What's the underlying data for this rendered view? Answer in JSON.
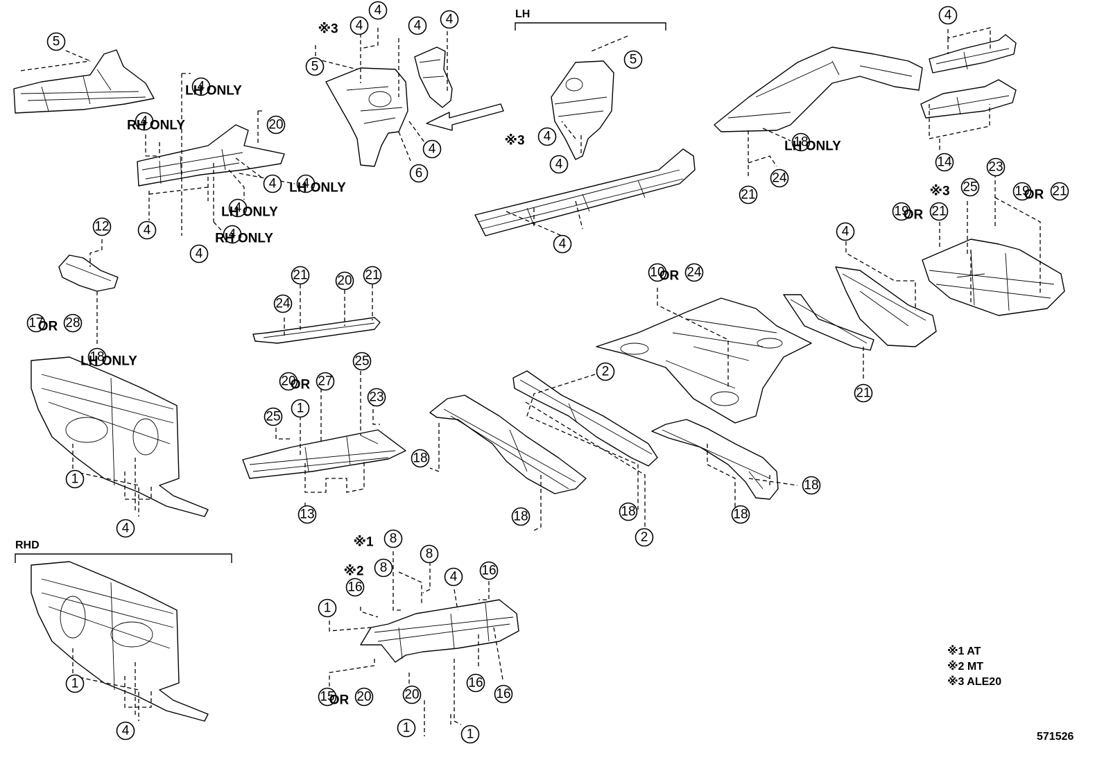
{
  "labels": {
    "lh_group": "LH",
    "rhd_group": "RHD",
    "lh_only": "LH ONLY",
    "rh_only": "RH ONLY",
    "or": "OR",
    "mark_1": "※1",
    "mark_2": "※2",
    "mark_3": "※3",
    "diagram_id": "571526"
  },
  "legend": [
    "※1 AT",
    "※2 MT",
    "※3 ALE20"
  ],
  "callouts": {
    "n1": "1",
    "n2": "2",
    "n4": "4",
    "n5": "5",
    "n6": "6",
    "n8": "8",
    "n10": "10",
    "n12": "12",
    "n13": "13",
    "n14": "14",
    "n15": "15",
    "n16": "16",
    "n17": "17",
    "n18": "18",
    "n19": "19",
    "n20": "20",
    "n21": "21",
    "n23": "23",
    "n24": "24",
    "n25": "25",
    "n27": "27",
    "n28": "28"
  }
}
